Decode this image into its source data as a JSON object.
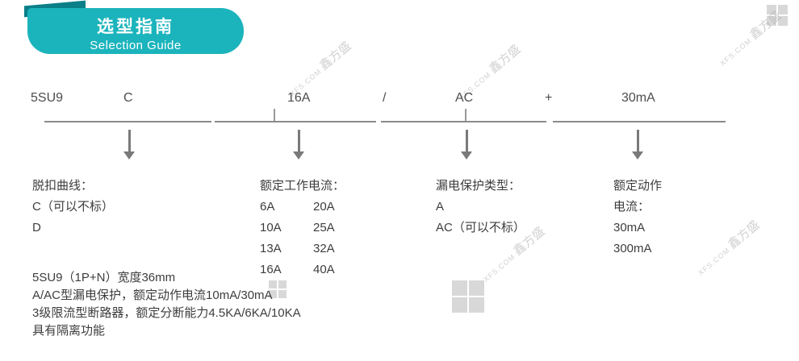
{
  "banner": {
    "title": "选型指南",
    "subtitle": "Selection Guide"
  },
  "model_code": {
    "parts": [
      "5SU9",
      "C",
      "16A",
      "/",
      "AC",
      "+",
      "30mA"
    ]
  },
  "groups": [
    {
      "title": "脱扣曲线：",
      "lines": [
        "C（可以不标）",
        "D"
      ]
    },
    {
      "title": "额定工作电流：",
      "rows": [
        [
          "6A",
          "20A"
        ],
        [
          "10A",
          "25A"
        ],
        [
          "13A",
          "32A"
        ],
        [
          "16A",
          "40A"
        ]
      ]
    },
    {
      "title": "漏电保护类型：",
      "lines": [
        "A",
        "AC（可以不标）"
      ]
    },
    {
      "title_line1": "额定动作",
      "title_line2": "电流：",
      "lines": [
        "30mA",
        "300mA"
      ]
    }
  ],
  "notes": [
    "5SU9（1P+N）宽度36mm",
    "A/AC型漏电保护，额定动作电流10mA/30mA",
    "3级限流型断路器，额定分断能力4.5KA/6KA/10KA",
    "具有隔离功能"
  ],
  "watermark": {
    "latin": "XFS.COM",
    "cn": "鑫方盛"
  },
  "colors": {
    "accent": "#1cb4bc",
    "accent_dark": "#0a7f88",
    "line": "#8a8a8a",
    "text": "#404040"
  }
}
